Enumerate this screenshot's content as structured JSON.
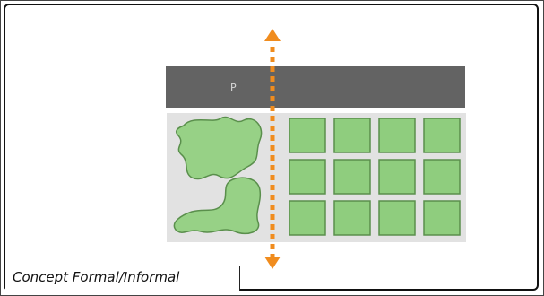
{
  "caption": "Concept Formal/Informal",
  "bar_label": "P",
  "colors": {
    "bar": "#636363",
    "panel": "#e2e2e2",
    "green_fill": "#8fcd7e",
    "green_stroke": "#5a8f4c",
    "blob_fill": "#97d186",
    "arrow": "#f08c1e",
    "frame": "#111111"
  },
  "grid": {
    "rows": 3,
    "cols": 4
  },
  "icons": [
    "arrow-up-icon",
    "arrow-down-icon"
  ]
}
